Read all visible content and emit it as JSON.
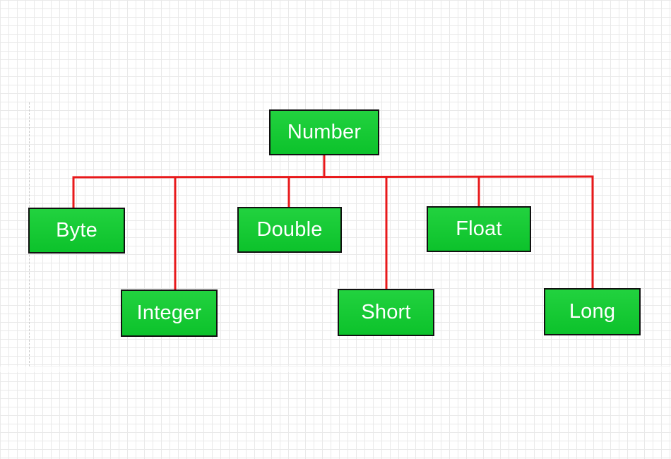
{
  "diagram": {
    "root": {
      "label": "Number"
    },
    "children": [
      {
        "key": "byte",
        "label": "Byte"
      },
      {
        "key": "integer",
        "label": "Integer"
      },
      {
        "key": "double",
        "label": "Double"
      },
      {
        "key": "short",
        "label": "Short"
      },
      {
        "key": "float",
        "label": "Float"
      },
      {
        "key": "long",
        "label": "Long"
      }
    ],
    "connector_color": "#e8191b",
    "node_fill_color": "#11c72f",
    "node_border_color": "#111111",
    "node_text_color": "#ffffff"
  }
}
